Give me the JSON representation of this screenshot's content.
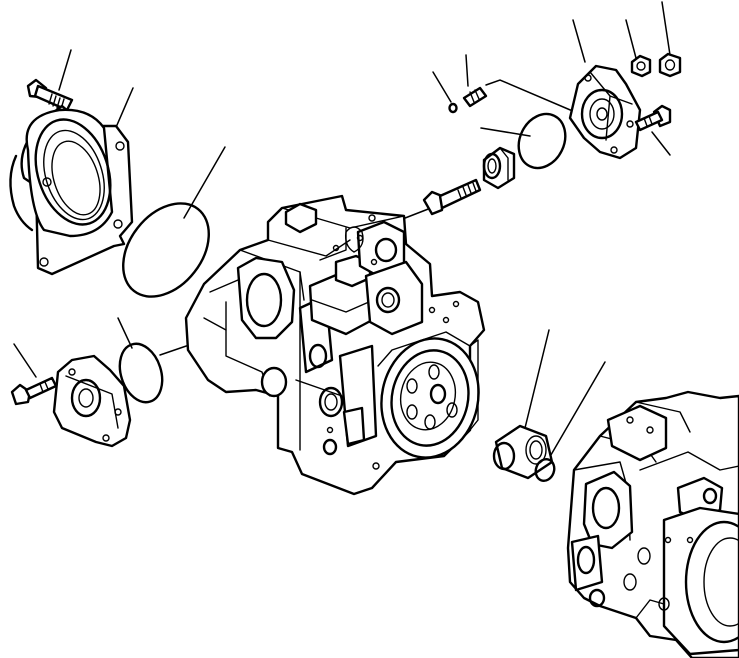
{
  "diagram": {
    "type": "exploded-parts-view",
    "parts": [
      {
        "id": "mount-bolt-left",
        "icon": "bolt"
      },
      {
        "id": "mounting-flange",
        "icon": "flange-housing"
      },
      {
        "id": "large-o-ring",
        "icon": "o-ring"
      },
      {
        "id": "small-o-ring-left",
        "icon": "o-ring"
      },
      {
        "id": "cover-bolt-left",
        "icon": "bolt"
      },
      {
        "id": "end-cover-left",
        "icon": "cover-plate"
      },
      {
        "id": "pump-body",
        "icon": "pump-housing"
      },
      {
        "id": "long-bolt",
        "icon": "bolt"
      },
      {
        "id": "plug",
        "icon": "plug"
      },
      {
        "id": "o-ring-right",
        "icon": "o-ring"
      },
      {
        "id": "stud",
        "icon": "stud"
      },
      {
        "id": "small-ball",
        "icon": "ball"
      },
      {
        "id": "end-cover-right",
        "icon": "cover-plate"
      },
      {
        "id": "nut-1",
        "icon": "nut"
      },
      {
        "id": "nut-2",
        "icon": "nut"
      },
      {
        "id": "cover-bolt-right",
        "icon": "bolt"
      },
      {
        "id": "bearing-sleeve",
        "icon": "sleeve"
      },
      {
        "id": "snap-ring",
        "icon": "snap-ring"
      },
      {
        "id": "adjacent-pump-body",
        "icon": "pump-housing"
      }
    ]
  }
}
